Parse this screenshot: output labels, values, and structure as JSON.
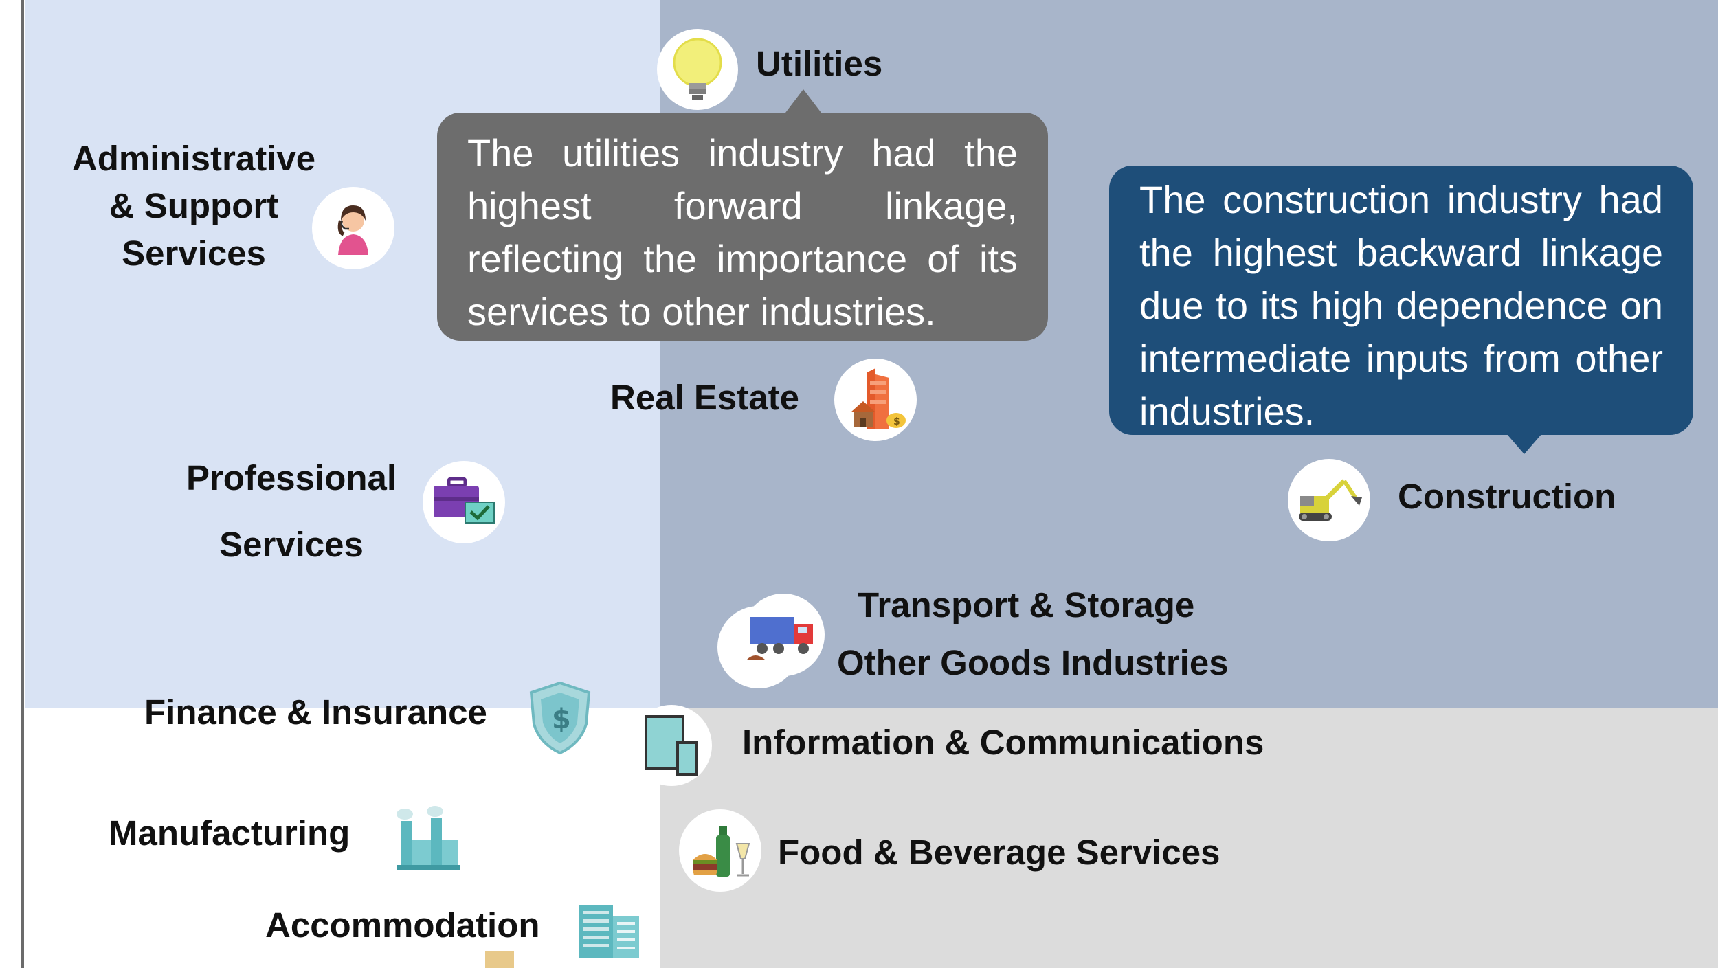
{
  "quadrants": {
    "top_left_color": "#d9e3f4",
    "top_right_color": "#a8b5ca",
    "bottom_left_color": "#ffffff",
    "bottom_right_color": "#dcdcdc"
  },
  "callouts": {
    "utilities": "The utilities industry had the highest forward linkage, reflecting the importance of its services to other industries.",
    "construction": "The construction industry had the highest backward linkage due to its high dependence on intermediate inputs from other industries."
  },
  "industries": {
    "utilities": "Utilities",
    "admin_line1": "Administrative",
    "admin_line2": "& Support",
    "admin_line3": "Services",
    "real_estate": "Real Estate",
    "professional_line1": "Professional",
    "professional_line2": "Services",
    "construction": "Construction",
    "transport": "Transport & Storage",
    "other_goods": "Other Goods Industries",
    "finance": "Finance & Insurance",
    "info_comm": "Information & Communications",
    "manufacturing": "Manufacturing",
    "food_beverage": "Food & Beverage Services",
    "accommodation": "Accommodation"
  },
  "icons": {
    "utilities": "lightbulb-icon",
    "admin": "support-person-icon",
    "real_estate": "buildings-icon",
    "professional": "briefcase-icon",
    "construction": "excavator-icon",
    "transport": "truck-icon",
    "finance": "shield-dollar-icon",
    "info_comm": "devices-icon",
    "manufacturing": "factory-icon",
    "food_beverage": "food-drink-icon",
    "accommodation": "hotel-icon"
  }
}
